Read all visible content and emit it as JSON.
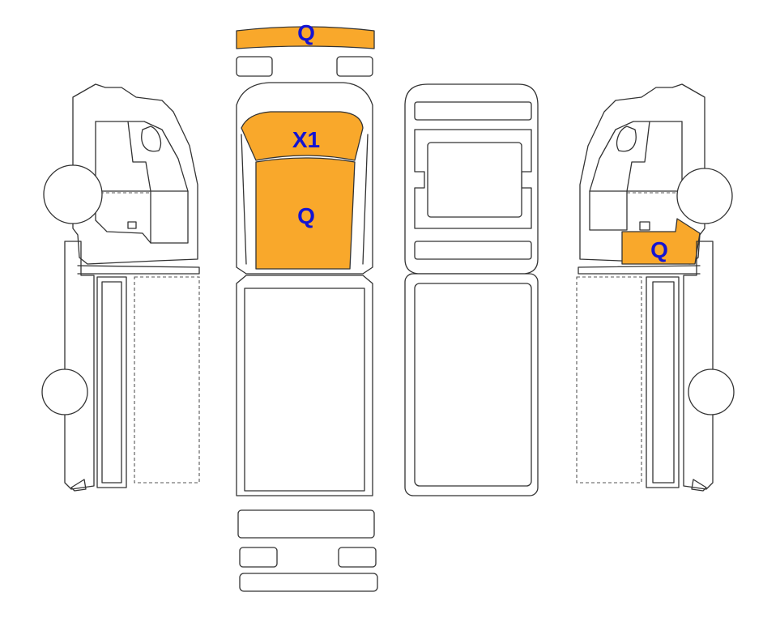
{
  "colors": {
    "damage_fill": "#F9A82B",
    "label_text": "#1414D2",
    "outline": "#333333",
    "background": "#FFFFFF"
  },
  "damage_zones": [
    {
      "id": "front-bumper",
      "label": "Q"
    },
    {
      "id": "windshield",
      "label": "X1"
    },
    {
      "id": "cab-roof",
      "label": "Q"
    },
    {
      "id": "right-side-cab-lower",
      "label": "Q"
    }
  ]
}
